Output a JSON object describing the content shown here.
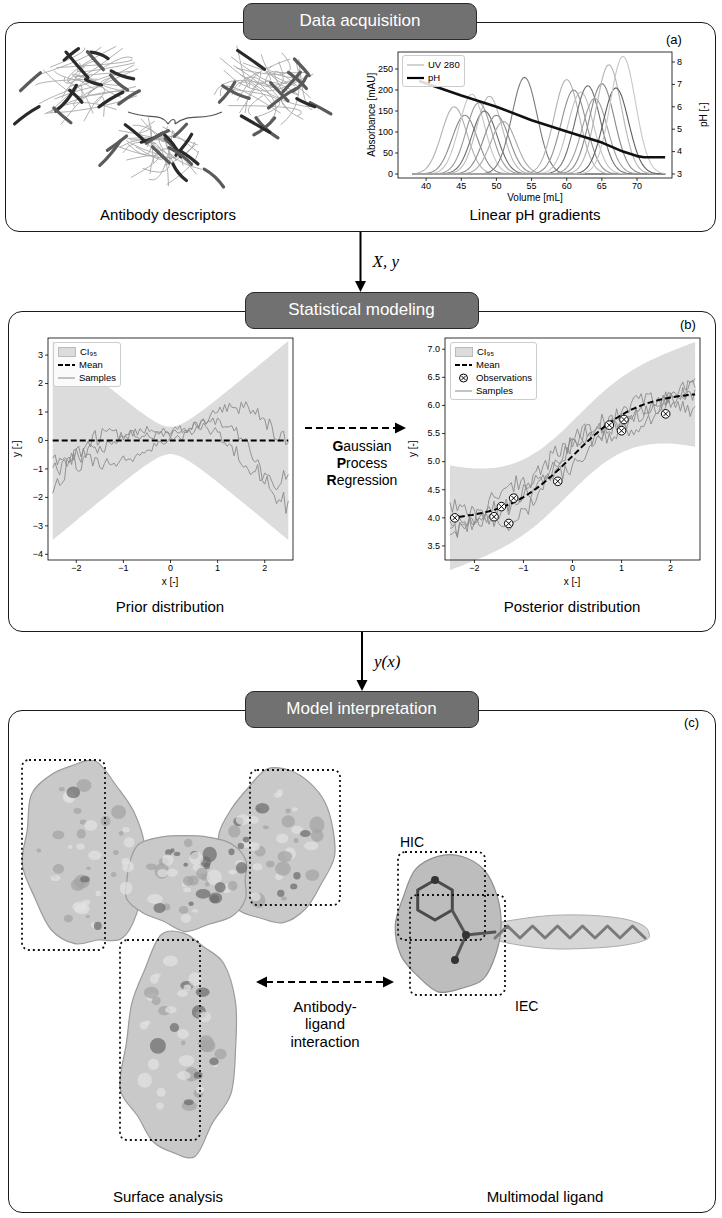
{
  "diagram": {
    "nodes": [
      {
        "text": [
          "Data acquisition"
        ]
      },
      {
        "text": [
          "Statistical modeling"
        ]
      },
      {
        "text": [
          "Model interpretation"
        ]
      }
    ],
    "edges": [
      {
        "from": 0,
        "to": 1,
        "arrow": "to",
        "label": "X, y"
      },
      {
        "from": 1,
        "to": 2,
        "arrow": "to",
        "label": "y(x)"
      }
    ],
    "labels": [
      "Antibody descriptors",
      "Linear pH gradients",
      "(a)",
      "Absorbance [mAU]",
      "Volume [mL]",
      "pH [-]",
      "0",
      "50",
      "100",
      "150",
      "200",
      "250",
      "3",
      "4",
      "5",
      "6",
      "7",
      "8",
      "40",
      "45",
      "50",
      "55",
      "60",
      "65",
      "70",
      "(b)",
      "Gaussian Process Regression",
      "Prior distribution",
      "Posterior distribution",
      "y [-]",
      "x [-]",
      "y [-]",
      "x [-]",
      "3",
      "2",
      "1",
      "0",
      "−1",
      "−2",
      "−3",
      "−4",
      "−2",
      "−1",
      "0",
      "1",
      "2",
      "3.5",
      "4.0",
      "4.5",
      "5.0",
      "5.5",
      "6.0",
      "6.5",
      "7.0",
      "−2",
      "−1",
      "0",
      "1",
      "2",
      "(c)",
      "HIC",
      "IEC",
      "Antibody-ligand interaction",
      "Surface analysis",
      "Multimodal ligand"
    ],
    "legend": [
      {
        "text": "UV 280"
      },
      {
        "text": "pH"
      },
      {
        "text": "CI₉₅",
        "color": "#dcdcdc"
      },
      {
        "text": "Mean"
      },
      {
        "text": "Samples"
      },
      {
        "text": "CI₉₅",
        "color": "#dcdcdc"
      },
      {
        "text": "Mean"
      },
      {
        "text": "Observations"
      },
      {
        "text": "Samples"
      }
    ]
  }
}
